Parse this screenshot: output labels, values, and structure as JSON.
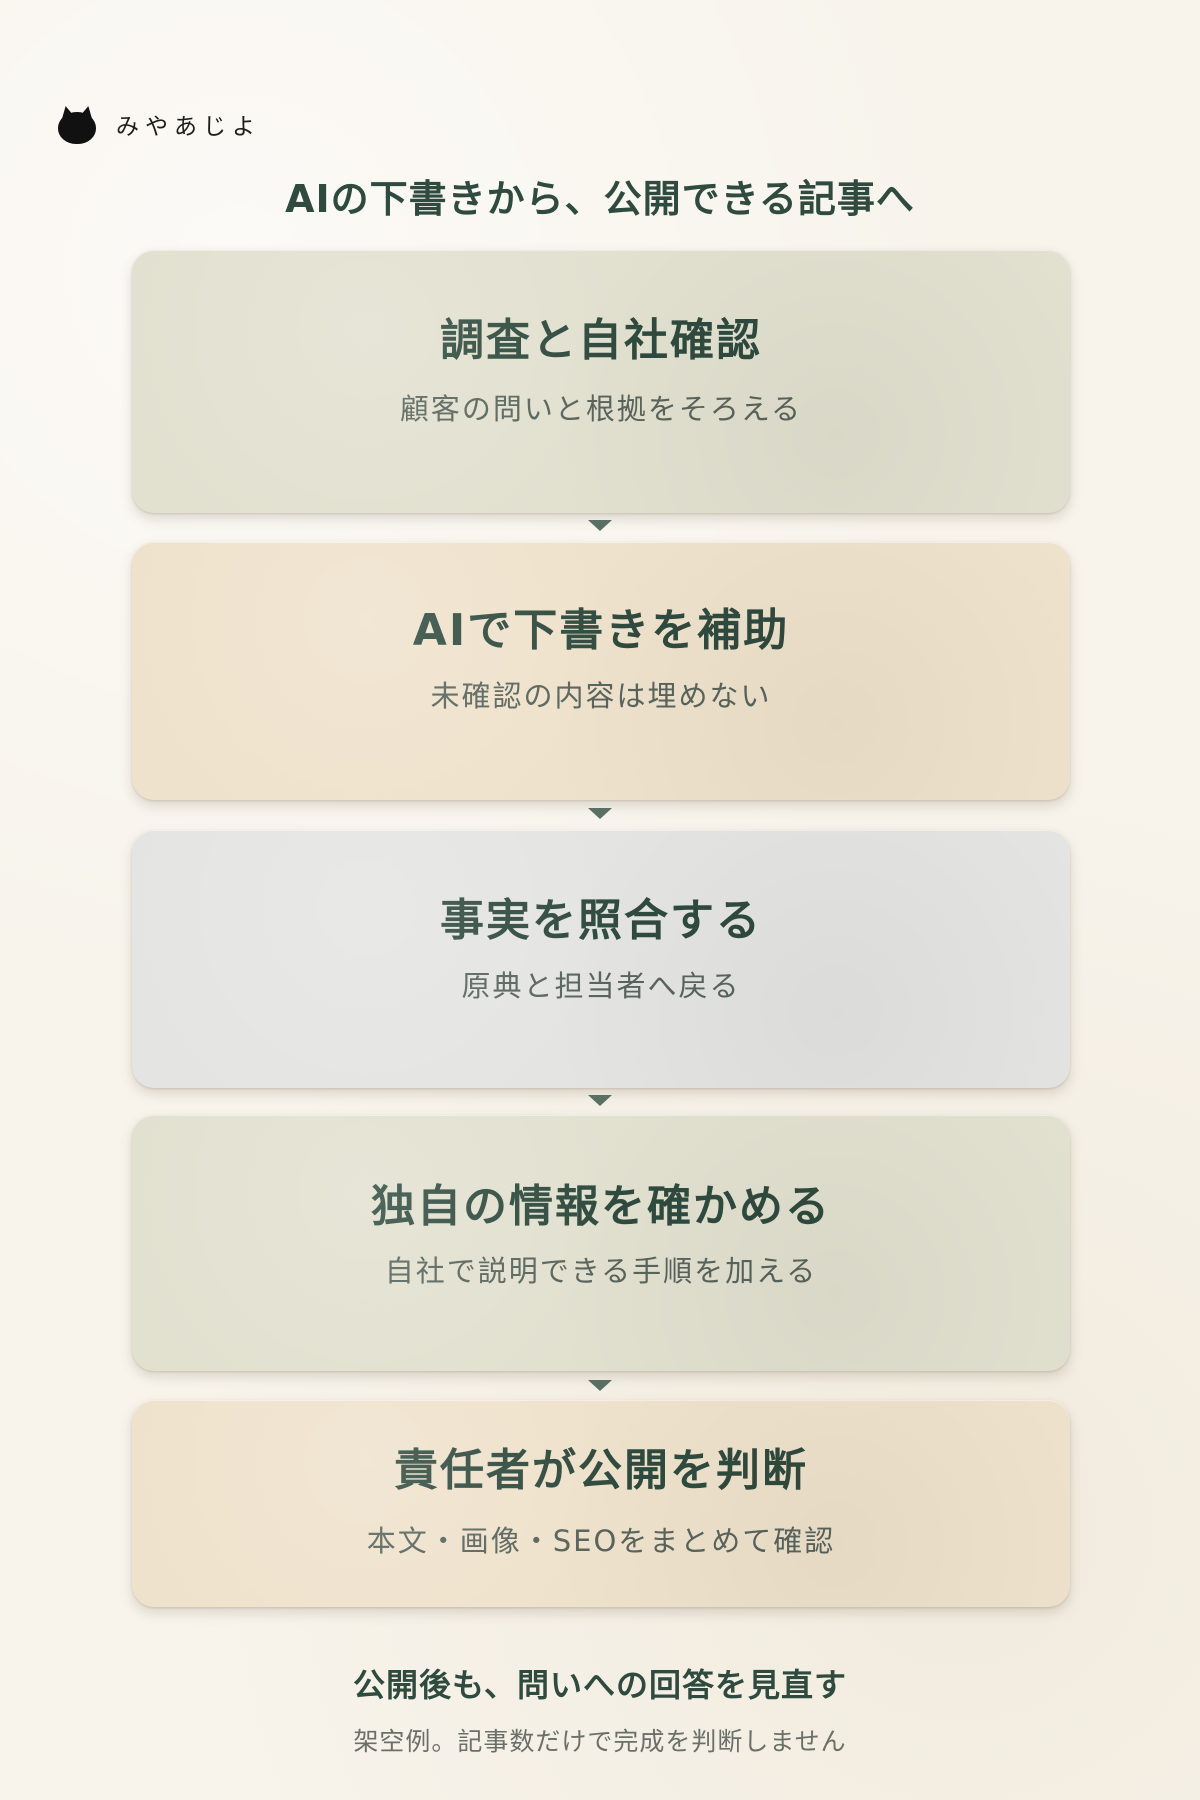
{
  "brand": {
    "name": "みやあじよ"
  },
  "title": "AIの下書きから、公開できる記事へ",
  "steps": [
    {
      "title": "調査と自社確認",
      "subtitle": "顧客の問いと根拠をそろえる",
      "color": "#e2e0cf"
    },
    {
      "title": "AIで下書きを補助",
      "subtitle": "未確認の内容は埋めない",
      "color": "#efe2cc"
    },
    {
      "title": "事実を照合する",
      "subtitle": "原典と担当者へ戻る",
      "color": "#e4e4e2"
    },
    {
      "title": "独自の情報を確かめる",
      "subtitle": "自社で説明できる手順を加える",
      "color": "#e2e0cf"
    },
    {
      "title": "責任者が公開を判断",
      "subtitle": "本文・画像・SEOをまとめて確認",
      "color": "#efe2cc"
    }
  ],
  "footer": {
    "title": "公開後も、問いへの回答を見直す",
    "note": "架空例。記事数だけで完成を判断しません"
  },
  "colors": {
    "primary_text": "#2f4a3e",
    "secondary_text": "#58645c",
    "background": "#f8f4ec",
    "arrow": "#5a6f64"
  },
  "icons": {
    "brand": "cat-icon",
    "connector": "chevron-down-icon"
  }
}
